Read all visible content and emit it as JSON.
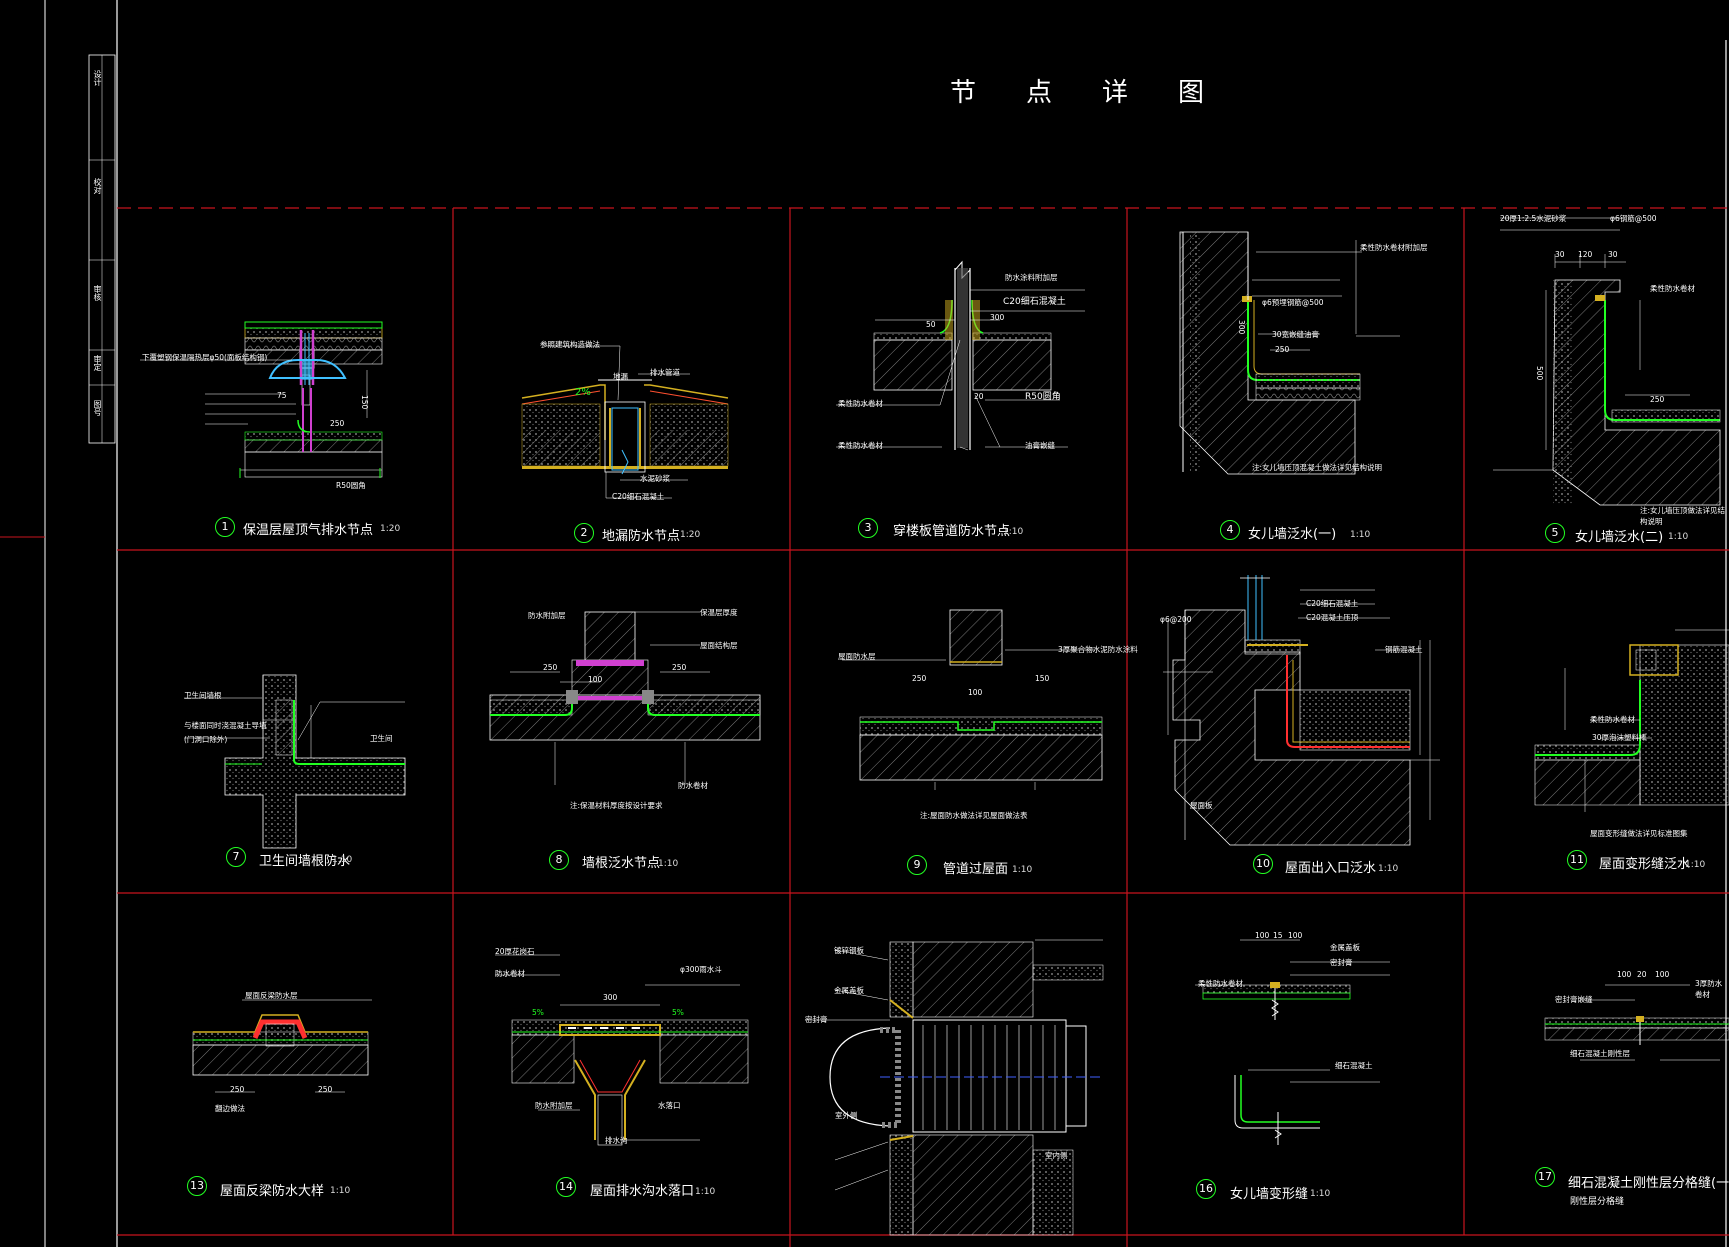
{
  "title_chars": [
    "节",
    "点",
    "详",
    "图"
  ],
  "colors": {
    "background": "#000000",
    "frame_white": "#ffffff",
    "grid_red": "#c8141e",
    "hatch_gray": "#8a8a8a",
    "membrane_green": "#22ff22",
    "insulation_yellow": "#d4b020",
    "waterproof_magenta": "#d040d0",
    "flashing_red": "#ff3030",
    "sealant_cyan": "#40c0ff"
  },
  "details": [
    {
      "num": "1",
      "label": "保温层屋顶气排水节点",
      "scale": "1:20"
    },
    {
      "num": "2",
      "label": "地漏防水节点",
      "scale": "1:20"
    },
    {
      "num": "3",
      "label": "穿楼板管道防水节点",
      "scale": "1:10"
    },
    {
      "num": "4",
      "label": "女儿墙泛水(一)",
      "scale": "1:10"
    },
    {
      "num": "5",
      "label": "女儿墙泛水(二)",
      "scale": "1:10"
    },
    {
      "num": "7",
      "label": "卫生间墙根防水",
      "scale": "1:10"
    },
    {
      "num": "8",
      "label": "墙根泛水节点",
      "scale": "1:10"
    },
    {
      "num": "9",
      "label": "管道过屋面",
      "scale": "1:10"
    },
    {
      "num": "10",
      "label": "屋面出入口泛水",
      "scale": "1:10"
    },
    {
      "num": "11",
      "label": "屋面变形缝泛水",
      "scale": "1:10"
    },
    {
      "num": "13",
      "label": "屋面反梁防水大样",
      "scale": "1:10"
    },
    {
      "num": "14",
      "label": "屋面排水沟水落口",
      "scale": "1:10"
    },
    {
      "num": "16",
      "label": "女儿墙变形缝",
      "scale": "1:10"
    },
    {
      "num": "17",
      "label": "细石混凝土刚性层分格缝(一)",
      "scale": ""
    }
  ],
  "callouts": {
    "d1_top": "下覆塑钢保温隔热层φ50(面板结构钢)",
    "d2_top": "参照建筑构造做法",
    "d2_slope": "2%",
    "d2_floor": "地漏",
    "d2_pipe": "排水管道",
    "d2_mortar": "水泥砂浆",
    "d2_concrete": "C20细石混凝土",
    "d3_a": "防水涂料附加层",
    "d3_b": "C20细石混凝土",
    "d3_c": "R50圆角",
    "d3_d": "油膏嵌缝",
    "d3_e": "柔性防水卷材",
    "d3_f": "柔性防水卷材",
    "d4_a": "柔性防水卷材附加层",
    "d4_b": "φ6预埋钢筋@500",
    "d4_c": "30宽嵌缝油膏",
    "d4_note": "注:女儿墙压顶混凝土做法详见结构说明",
    "d5_a": "20厚1:2.5水泥砂浆",
    "d5_b": "φ6钢筋@500",
    "d5_c": "柔性防水卷材",
    "d5_note": "注:女儿墙压顶做法详见结构说明",
    "d7_a": "卫生间墙根",
    "d7_b": "与楼面同时浇混凝土导墙",
    "d7_c": "(门洞口除外)",
    "d7_d": "卫生间",
    "d8_a": "防水附加层",
    "d8_b": "保温层厚度",
    "d8_c": "屋面结构层",
    "d8_d": "防水卷材",
    "d8_note": "注:保温材料厚度按设计要求",
    "d9_a": "屋面防水层",
    "d9_b": "3厚聚合物水泥防水涂料",
    "d9_note": "注:屋面防水做法详见屋面做法表",
    "d10_a": "C20细石混凝土",
    "d10_b": "φ6@200",
    "d10_c": "C20混凝土压顶",
    "d10_d": "钢筋混凝土",
    "d10_e": "屋面板",
    "d11_a": "柔性防水卷材",
    "d11_b": "30厚泡沫塑料棒",
    "d11_note": "屋面变形缝做法详见标准图集",
    "d13_a": "屋面反梁防水层",
    "d13_b": "翻边做法",
    "d14_a": "20厚花岗石",
    "d14_b": "φ300雨水斗",
    "d14_c": "水落口",
    "d14_d": "防水附加层",
    "d14_e": "防水卷材",
    "d14_f": "排水沟",
    "d14_g": "5%",
    "d14_h": "5%",
    "d15_a": "镀锌钢板",
    "d15_b": "金属盖板",
    "d15_c": "密封膏",
    "d15_d": "室外侧",
    "d15_e": "室内侧",
    "d16_a": "金属盖板",
    "d16_b": "密封膏",
    "d16_c": "柔性防水卷材",
    "d16_d": "细石混凝土",
    "d17_a": "3厚防水卷材",
    "d17_b": "密封膏嵌缝",
    "d17_c": "细石混凝土刚性层",
    "d17_sub": "刚性层分格缝"
  },
  "dims": {
    "d1": [
      "75",
      "250",
      "150",
      "R50圆角"
    ],
    "d3": [
      "300",
      "50",
      "20"
    ],
    "d4": [
      "250",
      "300"
    ],
    "d5": [
      "30",
      "120",
      "30",
      "500",
      "250"
    ],
    "d8": [
      "250",
      "100",
      "250"
    ],
    "d9": [
      "250",
      "100",
      "150"
    ],
    "d13": [
      "250",
      "250"
    ],
    "d14": [
      "300"
    ],
    "d16": [
      "100",
      "15",
      "100"
    ],
    "d17": [
      "100",
      "20",
      "100"
    ]
  },
  "title_block": [
    "设计",
    "校对",
    "审核",
    "审定",
    "图号"
  ]
}
